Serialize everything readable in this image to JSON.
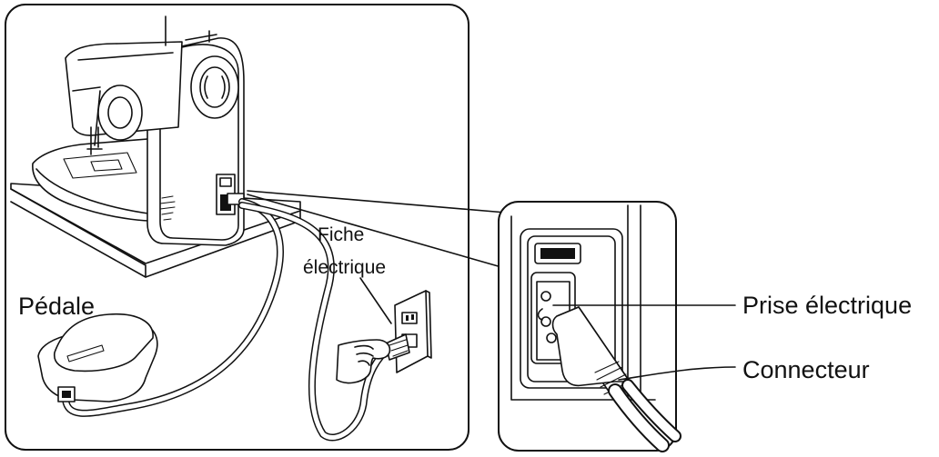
{
  "labels": {
    "plug_line1": "Fiche",
    "plug_line2": "électrique",
    "pedal": "Pédale",
    "socket": "Prise électrique",
    "connector": "Connecteur"
  }
}
